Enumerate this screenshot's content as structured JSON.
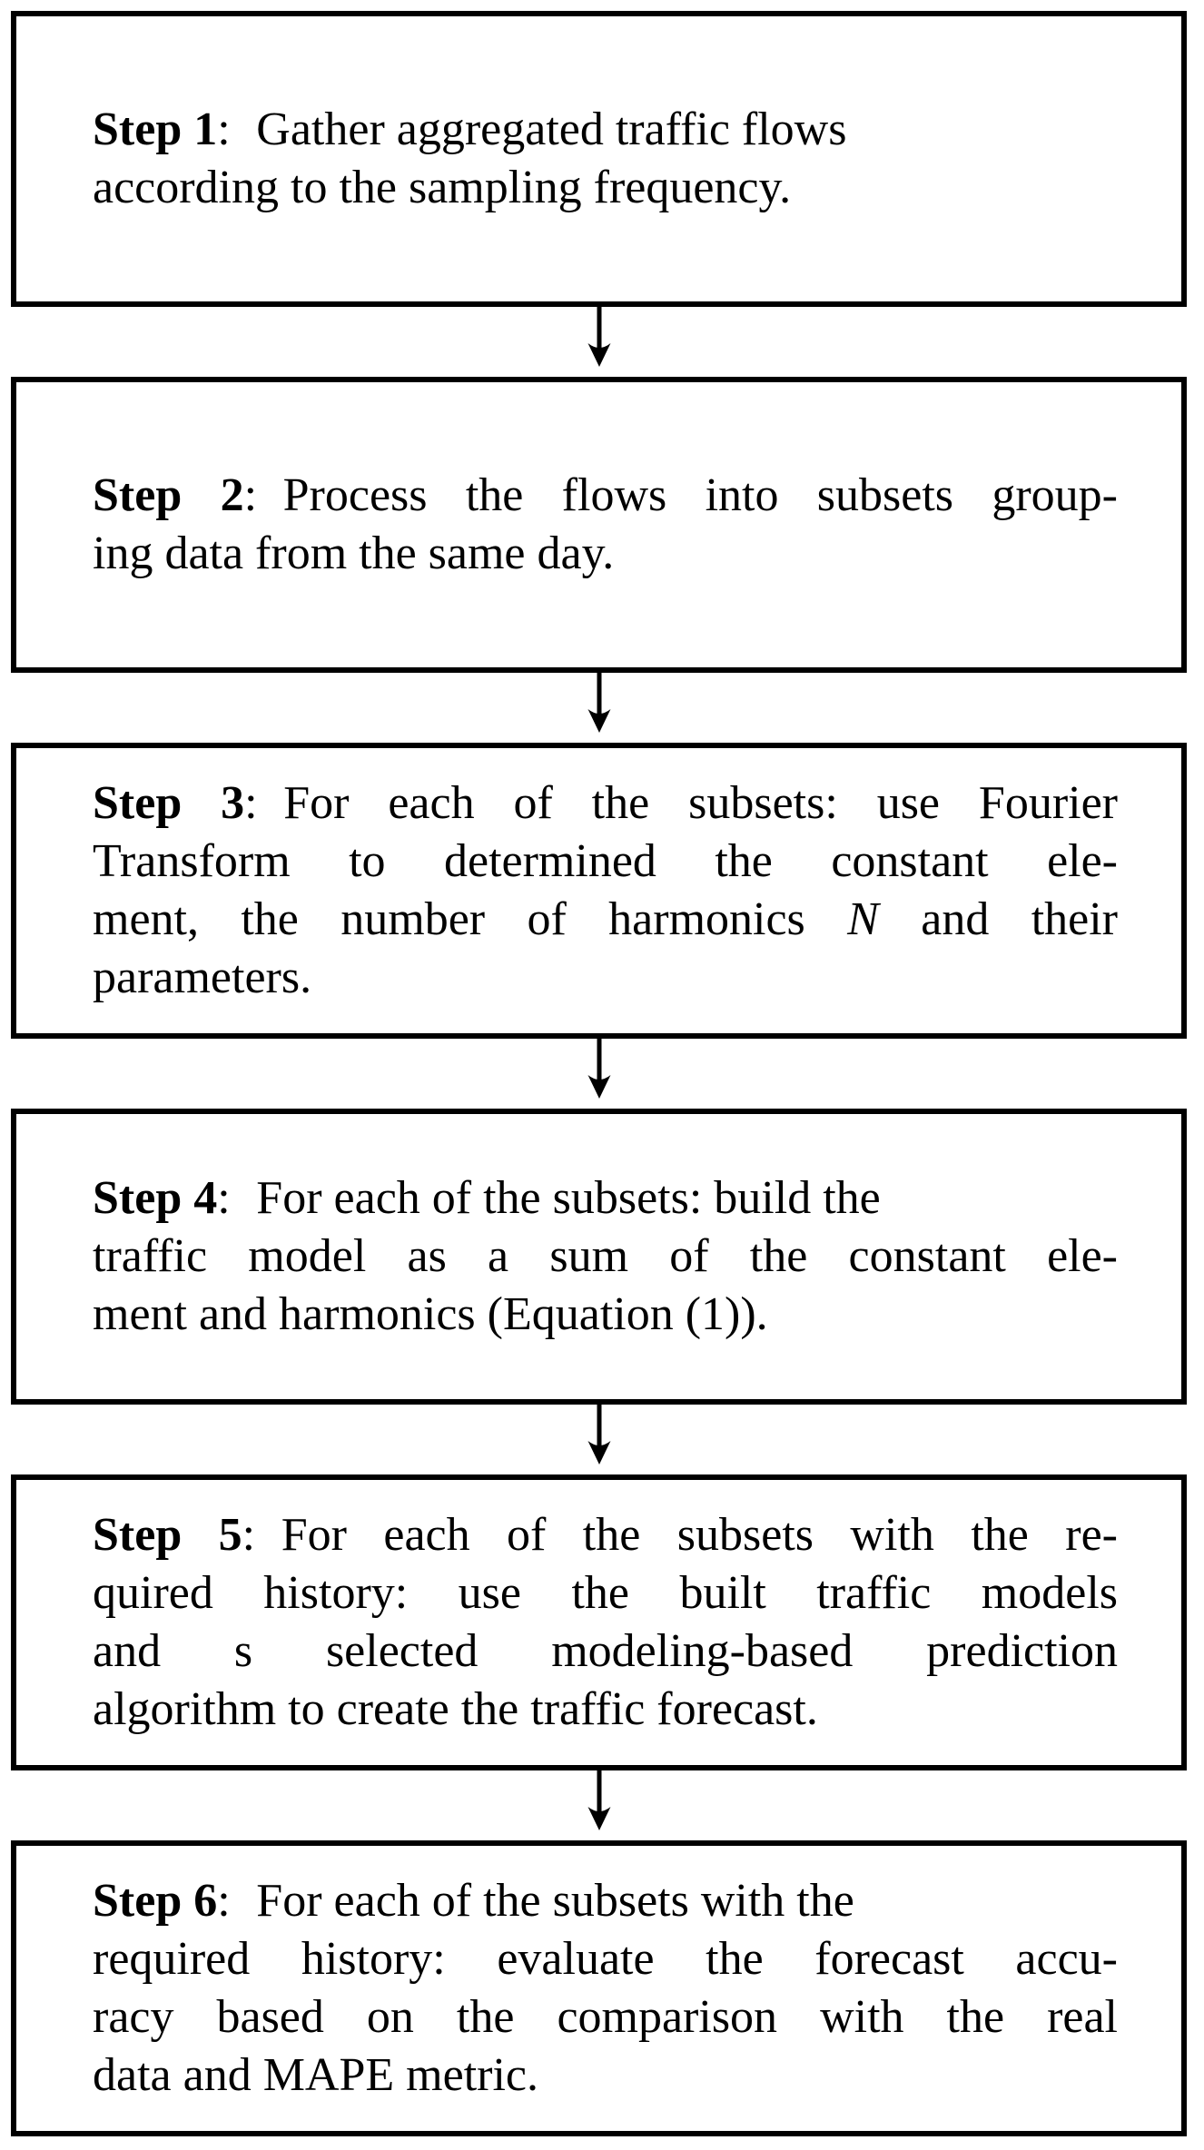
{
  "figure": {
    "type": "flowchart",
    "direction": "top-to-bottom",
    "colors": {
      "background": "#ffffff",
      "box_border": "#000000",
      "text": "#000000",
      "arrow": "#000000"
    },
    "connector_icon": "down-arrow"
  },
  "boxes": [
    {
      "id": "step-1",
      "label": "Step 1",
      "full_text": "Step 1: Gather aggregated traffic flows according to the sampling frequency.",
      "lines": [
        {
          "parts": [
            {
              "t": "Step 1"
            },
            {
              "t": ":"
            },
            {
              "t": "Gather aggregated traffic flows"
            }
          ]
        },
        {
          "parts": [
            {
              "t": "according to the sampling frequency."
            }
          ]
        }
      ]
    },
    {
      "id": "step-2",
      "label": "Step 2",
      "full_text": "Step 2: Process the flows into subsets grouping data from the same day.",
      "lines": [
        {
          "parts": [
            {
              "t": "Step 2"
            },
            {
              "t": ":"
            },
            {
              "t": "Process the flows into subsets group-"
            }
          ]
        },
        {
          "parts": [
            {
              "t": "ing data from the same day."
            }
          ]
        }
      ]
    },
    {
      "id": "step-3",
      "label": "Step 3",
      "full_text": "Step 3: For each of the subsets: use Fourier Transform to determined the constant element, the number of harmonics N and their parameters.",
      "lines": [
        {
          "parts": [
            {
              "t": "Step 3"
            },
            {
              "t": ":"
            },
            {
              "t": "For each of the subsets:  use Fourier"
            }
          ]
        },
        {
          "parts": [
            {
              "t": "Transform to determined the constant ele-"
            }
          ]
        },
        {
          "parts": [
            {
              "t": "ment, the number of harmonics "
            },
            {
              "t": "N"
            },
            {
              "t": " and their"
            }
          ]
        },
        {
          "parts": [
            {
              "t": "parameters."
            }
          ]
        }
      ]
    },
    {
      "id": "step-4",
      "label": "Step 4",
      "full_text": "Step 4: For each of the subsets: build the traffic model as a sum of the constant element and harmonics (Equation (1)).",
      "lines": [
        {
          "parts": [
            {
              "t": "Step 4"
            },
            {
              "t": ":"
            },
            {
              "t": "For each of the subsets:  build the"
            }
          ]
        },
        {
          "parts": [
            {
              "t": "traffic model as a sum of the constant ele-"
            }
          ]
        },
        {
          "parts": [
            {
              "t": "ment and harmonics (Equation (1))."
            }
          ]
        }
      ]
    },
    {
      "id": "step-5",
      "label": "Step 5",
      "full_text": "Step 5: For each of the subsets with the required history: use the built traffic models and s selected modeling-based prediction algorithm to create the traffic forecast.",
      "lines": [
        {
          "parts": [
            {
              "t": "Step 5"
            },
            {
              "t": ":"
            },
            {
              "t": "For each of the subsets with the re-"
            }
          ]
        },
        {
          "parts": [
            {
              "t": "quired history:  use the built traffic models"
            }
          ]
        },
        {
          "parts": [
            {
              "t": "and s selected modeling-based prediction"
            }
          ]
        },
        {
          "parts": [
            {
              "t": "algorithm to create the traffic forecast."
            }
          ]
        }
      ]
    },
    {
      "id": "step-6",
      "label": "Step 6",
      "full_text": "Step 6: For each of the subsets with the required history: evaluate the forecast accuracy based on the comparison with the real data and MAPE metric.",
      "lines": [
        {
          "parts": [
            {
              "t": "Step 6"
            },
            {
              "t": ":"
            },
            {
              "t": "For each of the subsets with the"
            }
          ]
        },
        {
          "parts": [
            {
              "t": "required history:  evaluate the forecast accu-"
            }
          ]
        },
        {
          "parts": [
            {
              "t": "racy based on the comparison with the real"
            }
          ]
        },
        {
          "parts": [
            {
              "t": "data and MAPE metric."
            }
          ]
        }
      ]
    }
  ]
}
